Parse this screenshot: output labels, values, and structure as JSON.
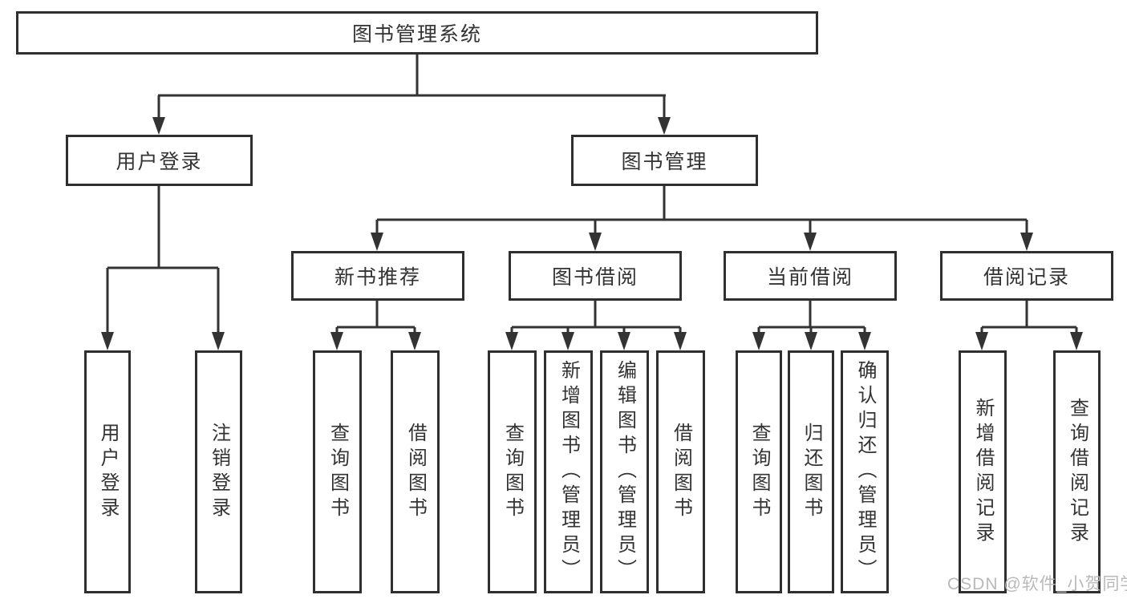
{
  "tree": {
    "root": {
      "label": "图书管理系统"
    },
    "branches": [
      {
        "label": "用户登录",
        "children": [
          {
            "label": "用户登录"
          },
          {
            "label": "注销登录"
          }
        ]
      },
      {
        "label": "图书管理",
        "children": [
          {
            "label": "新书推荐",
            "children": [
              {
                "label": "查询图书"
              },
              {
                "label": "借阅图书"
              }
            ]
          },
          {
            "label": "图书借阅",
            "children": [
              {
                "label": "查询图书"
              },
              {
                "label": "新增图书（管理员）"
              },
              {
                "label": "编辑图书（管理员）"
              },
              {
                "label": "借阅图书"
              }
            ]
          },
          {
            "label": "当前借阅",
            "children": [
              {
                "label": "查询图书"
              },
              {
                "label": "归还图书"
              },
              {
                "label": "确认归还（管理员）"
              }
            ]
          },
          {
            "label": "借阅记录",
            "children": [
              {
                "label": "新增借阅记录"
              },
              {
                "label": "查询借阅记录"
              }
            ]
          }
        ]
      }
    ]
  },
  "watermark": {
    "text": "CSDN @软件_小贺同学"
  },
  "colors": {
    "line": "#333333",
    "box_border": "#2f2f2f",
    "text": "#333333",
    "watermark": "#b9b9b9",
    "background": "#ffffff"
  }
}
